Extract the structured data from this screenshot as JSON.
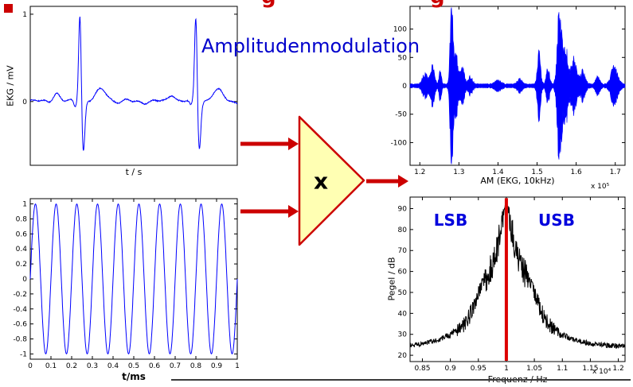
{
  "slide": {
    "title": "Amplitudenmodulation",
    "clipped_header_fragments": [
      "g",
      "g"
    ]
  },
  "multiplier": {
    "symbol": "x"
  },
  "colors": {
    "title_blue": "#0000cc",
    "annotation_blue": "#0000dd",
    "signal_blue": "#0000ff",
    "spectrum_black": "#000000",
    "arrow_red": "#cc0000",
    "multiplier_fill": "#ffffb3",
    "multiplier_border": "#cc0000",
    "carrier_marker_red": "#dd0000",
    "bullet_red": "#cc0000"
  },
  "chart_data": [
    {
      "id": "ekg",
      "type": "line",
      "xlabel": "t / s",
      "ylabel": "EKG / mV",
      "xlim": [
        0,
        1
      ],
      "ylim": [
        -0.73,
        1.09
      ],
      "xticks": [],
      "yticks": [
        0,
        1
      ],
      "line_color": "#0000ff",
      "beats": [
        {
          "center": 0.24,
          "p": 0.1,
          "r": 1.05,
          "s": -0.58,
          "t": 0.13
        },
        {
          "center": 0.8,
          "p": 0.09,
          "r": 1.0,
          "s": -0.55,
          "t": 0.12
        }
      ]
    },
    {
      "id": "carrier",
      "type": "line",
      "xlabel": "t/ms",
      "xlim": [
        0,
        1
      ],
      "ylim": [
        -1.07,
        1.07
      ],
      "xticks": [
        0,
        0.1,
        0.2,
        0.3,
        0.4,
        0.5,
        0.6,
        0.7,
        0.8,
        0.9,
        1
      ],
      "yticks": [
        -1,
        -0.8,
        -0.6,
        -0.4,
        -0.2,
        0,
        0.2,
        0.4,
        0.6,
        0.8,
        1
      ],
      "amplitude": 1,
      "cycles": 10,
      "line_color": "#0000ff"
    },
    {
      "id": "am",
      "type": "line",
      "xlabel": "AM (EKG, 10kHz)",
      "x_exponent_label": "x 10⁵",
      "xlim": [
        1.175,
        1.725
      ],
      "ylim": [
        -140,
        140
      ],
      "xticks": [
        1.2,
        1.3,
        1.4,
        1.5,
        1.6,
        1.7
      ],
      "yticks": [
        -100,
        -50,
        0,
        50,
        100
      ],
      "baseline_amplitude": 3,
      "line_color": "#0000ff",
      "bursts": [
        {
          "c": 1.213,
          "w": 0.006,
          "a": 18
        },
        {
          "c": 1.232,
          "w": 0.005,
          "a": 28
        },
        {
          "c": 1.252,
          "w": 0.003,
          "a": 20
        },
        {
          "c": 1.281,
          "w": 0.0035,
          "a": 125
        },
        {
          "c": 1.292,
          "w": 0.005,
          "a": 50
        },
        {
          "c": 1.308,
          "w": 0.006,
          "a": 26
        },
        {
          "c": 1.33,
          "w": 0.005,
          "a": 12
        },
        {
          "c": 1.4,
          "w": 0.008,
          "a": 6
        },
        {
          "c": 1.455,
          "w": 0.006,
          "a": 8
        },
        {
          "c": 1.505,
          "w": 0.004,
          "a": 48
        },
        {
          "c": 1.528,
          "w": 0.004,
          "a": 26
        },
        {
          "c": 1.557,
          "w": 0.005,
          "a": 112
        },
        {
          "c": 1.572,
          "w": 0.006,
          "a": 60
        },
        {
          "c": 1.594,
          "w": 0.007,
          "a": 38
        },
        {
          "c": 1.617,
          "w": 0.006,
          "a": 20
        },
        {
          "c": 1.655,
          "w": 0.005,
          "a": 12
        },
        {
          "c": 1.698,
          "w": 0.008,
          "a": 30
        }
      ]
    },
    {
      "id": "spectrum",
      "type": "line",
      "xlabel": "Frequenz / Hz",
      "ylabel": "Pegel / dB",
      "x_exponent_label": "x 10⁴",
      "xlim": [
        0.828,
        1.212
      ],
      "ylim": [
        17,
        95.5
      ],
      "xticks": [
        0.85,
        0.9,
        0.95,
        1,
        1.05,
        1.1,
        1.15,
        1.2
      ],
      "yticks": [
        20,
        30,
        40,
        50,
        60,
        70,
        80,
        90
      ],
      "peak_freq": 1.0,
      "peak_db": 95,
      "noise_floor_db": 24,
      "decay": 0.04,
      "line_color": "#000000",
      "carrier_marker_color": "#dd0000",
      "annotations": [
        {
          "text": "LSB",
          "side": "left_of_carrier"
        },
        {
          "text": "USB",
          "side": "right_of_carrier"
        }
      ]
    }
  ]
}
